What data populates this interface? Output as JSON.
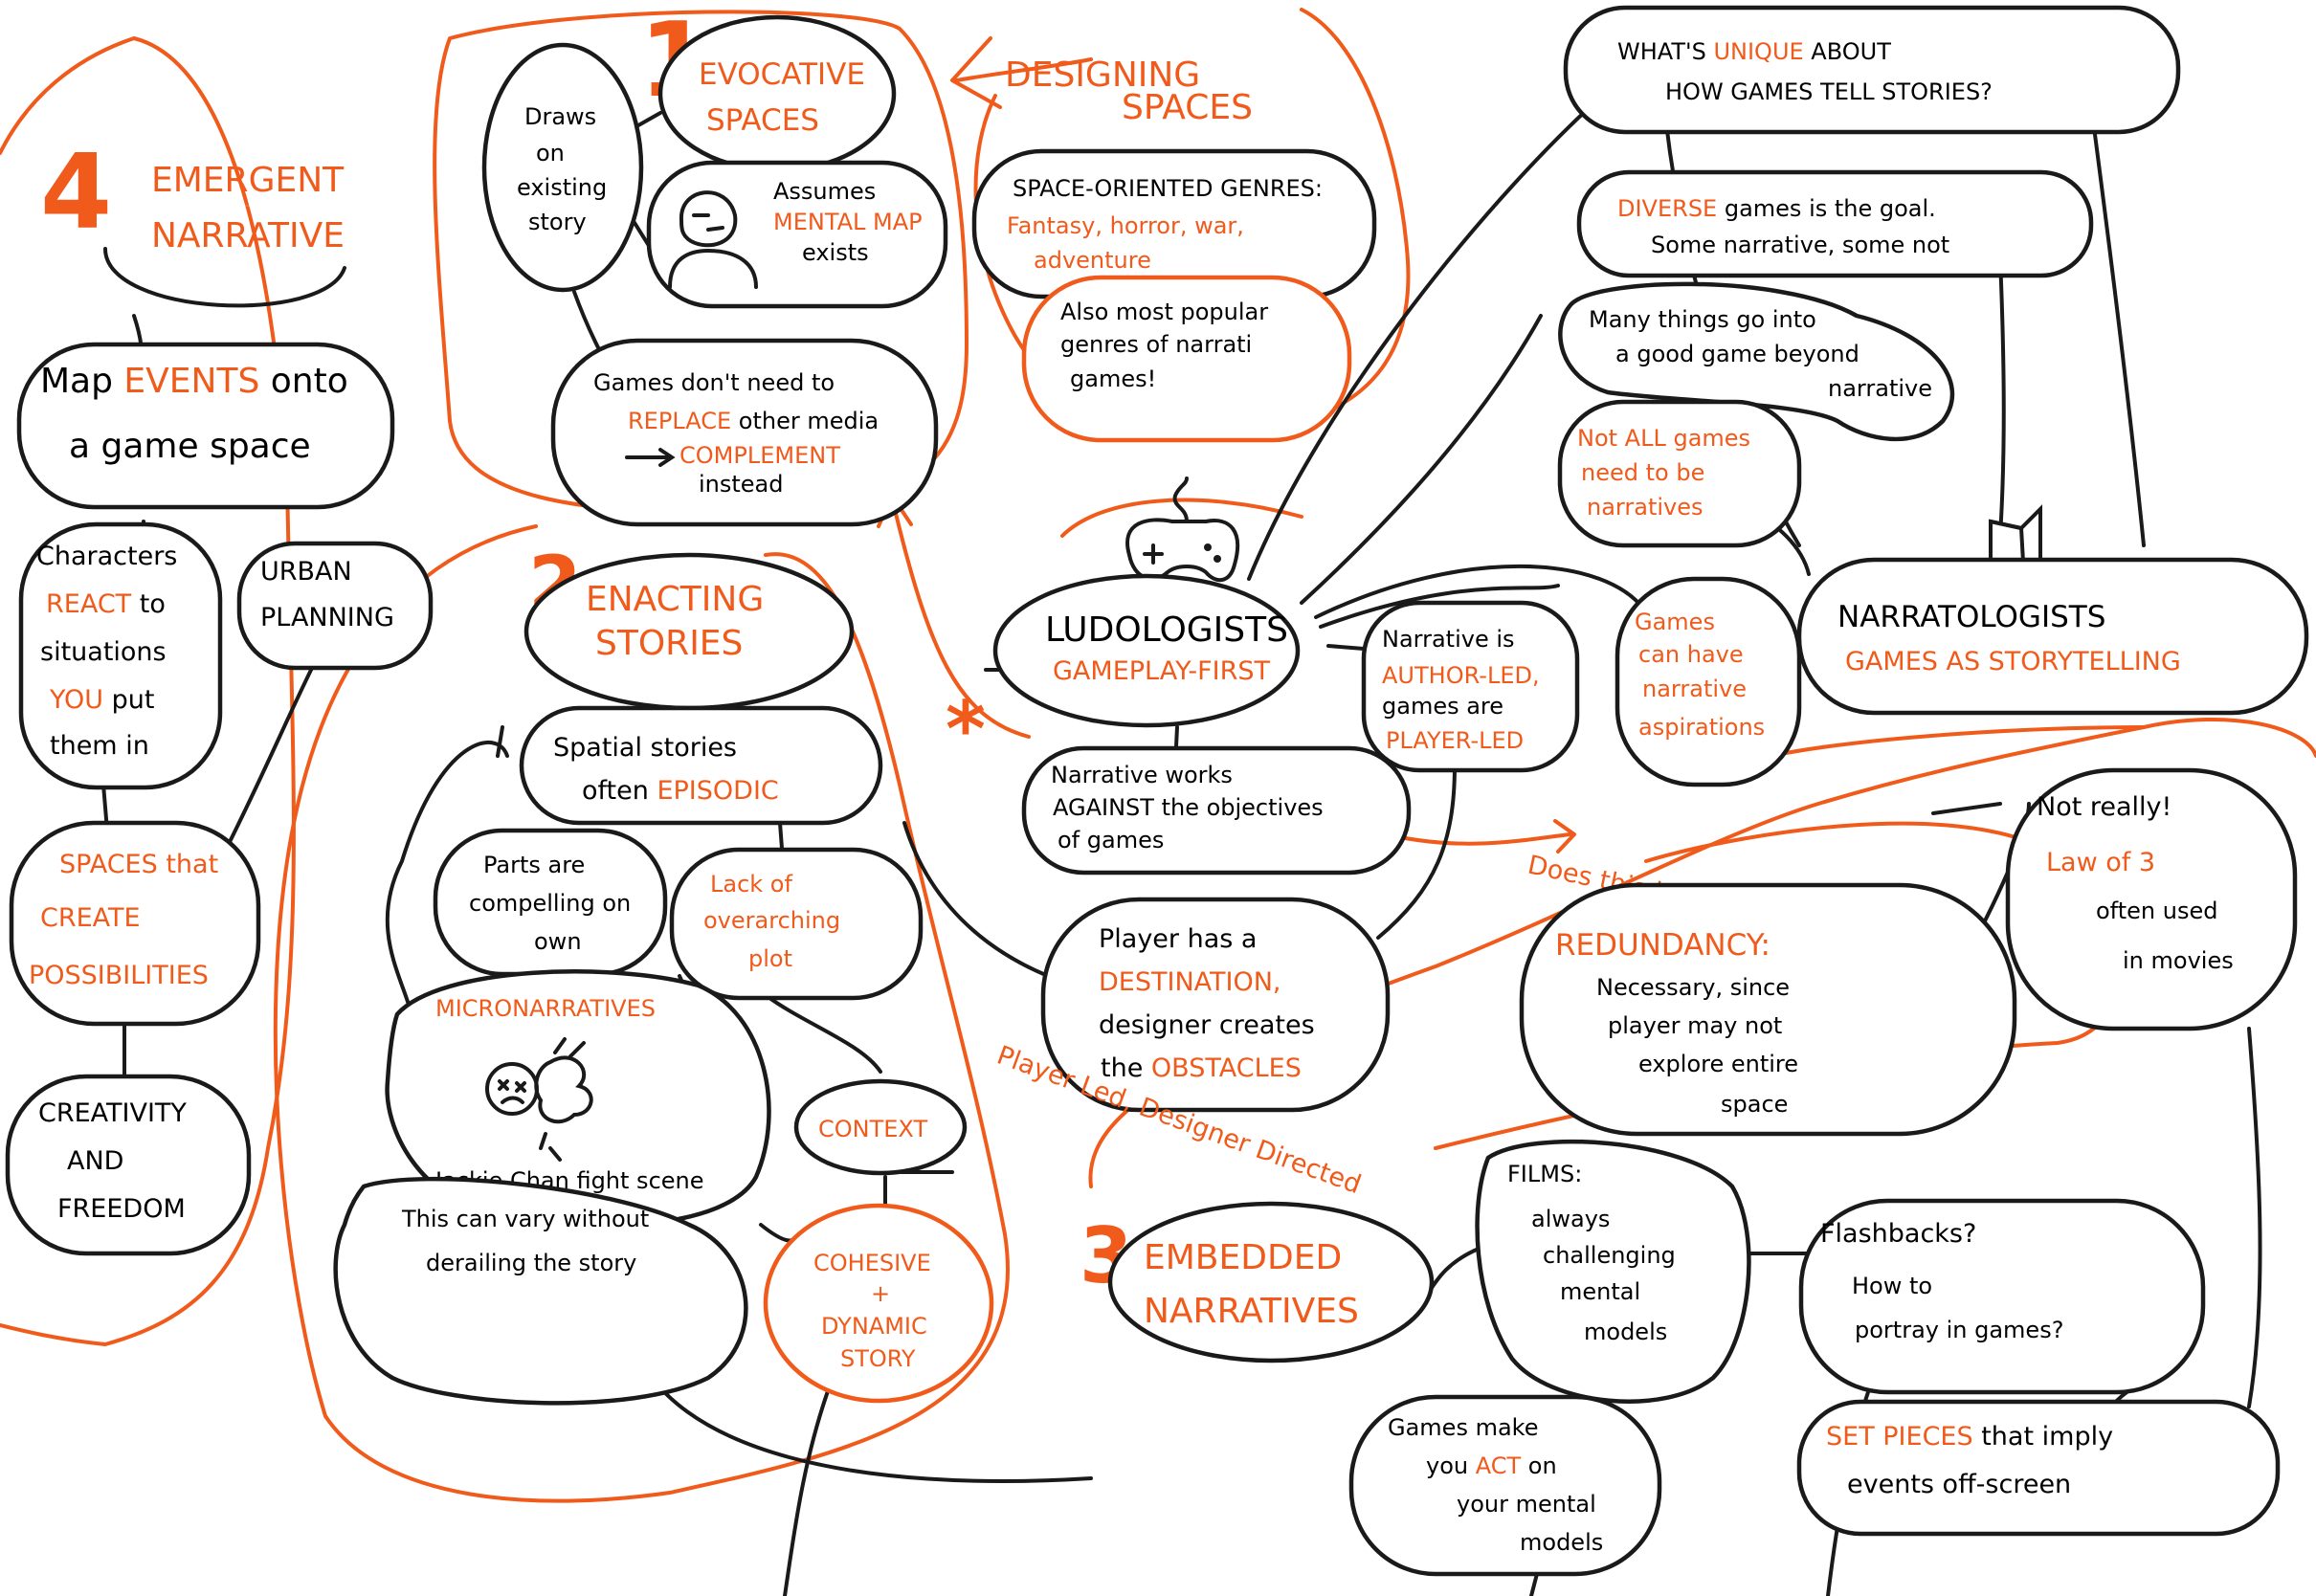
{
  "colors": {
    "ink": "#1a1a1a",
    "accent": "#f05a1a",
    "background": "#ffffff"
  },
  "icons": [
    "gamepad-icon",
    "book-icon",
    "person-sketch-icon",
    "fight-sketch-icon"
  ],
  "markers": {
    "one": "1",
    "two": "2",
    "three": "3",
    "four": "4",
    "star": "*"
  },
  "center": {
    "question": {
      "l1a": "WHAT'S ",
      "l1b": "UNIQUE",
      "l1c": " ABOUT",
      "l2": "HOW GAMES TELL STORIES?"
    },
    "ludologists": {
      "title": "LUDOLOGISTS",
      "subtitle": "GAMEPLAY-FIRST"
    },
    "narratologists": {
      "title": "NARRATOLOGISTS",
      "subtitle": "GAMES AS STORYTELLING"
    },
    "diverse": {
      "l1a": "DIVERSE",
      "l1b": " games is the goal.",
      "l2": "Some narrative, some not"
    },
    "many_things": {
      "l1": "Many things go into",
      "l2": "a good game beyond",
      "l3": "narrative"
    },
    "not_all": {
      "l1": "Not ALL games",
      "l2": "need to be",
      "l3": "narratives"
    },
    "author_led": {
      "l1": "Narrative is",
      "l2": "AUTHOR-LED,",
      "l3": "games are",
      "l4": "PLAYER-LED"
    },
    "aspirations": {
      "l1": "Games",
      "l2": "can have",
      "l3": "narrative",
      "l4": "aspirations"
    },
    "works_against": {
      "l1": "Narrative works",
      "l2": "AGAINST the objectives",
      "l3": "of games"
    },
    "destination": {
      "l1": "Player has a",
      "l2": "DESTINATION,",
      "l3": "designer creates",
      "l4a": "the ",
      "l4b": "OBSTACLES"
    },
    "player_led": "Player Led, Designer Directed",
    "hurt_question": "Does this hurt the experience?"
  },
  "designing_spaces": {
    "title_l1": "DESIGNING",
    "title_l2": "SPACES",
    "genres": {
      "l1": "SPACE-ORIENTED GENRES:",
      "l2": "Fantasy, horror, war,",
      "l3": "adventure"
    },
    "popular": {
      "l1": "Also most popular",
      "l2": "genres of narrati",
      "l3": "games!"
    }
  },
  "section1": {
    "title_l1": "EVOCATIVE",
    "title_l2": "SPACES",
    "draws": {
      "l1": "Draws",
      "l2": "on",
      "l3": "existing",
      "l4": "story"
    },
    "mental": {
      "l1": "Assumes",
      "l2": "MENTAL MAP",
      "l3": "exists"
    },
    "replace": {
      "l1": "Games don't need to",
      "l2a": "REPLACE",
      "l2b": " other media",
      "l3": "COMPLEMENT",
      "l4": "instead"
    }
  },
  "section2": {
    "title_l1": "ENACTING",
    "title_l2": "STORIES",
    "episodic": {
      "l1": "Spatial stories",
      "l2a": "often ",
      "l2b": "EPISODIC"
    },
    "parts": {
      "l1": "Parts are",
      "l2": "compelling on",
      "l3": "own"
    },
    "lack": {
      "l1": "Lack of",
      "l2": "overarching",
      "l3": "plot"
    },
    "micro": {
      "title": "MICRONARRATIVES",
      "caption": "Jackie Chan fight scene"
    },
    "context": "CONTEXT",
    "vary": {
      "l1": "This can vary without",
      "l2": "derailing the story"
    },
    "cohesive": {
      "l1": "COHESIVE",
      "l2": "+",
      "l3": "DYNAMIC",
      "l4": "STORY"
    }
  },
  "section3": {
    "title_l1": "EMBEDDED",
    "title_l2": "NARRATIVES",
    "films": {
      "l1": "FILMS:",
      "l2": "always",
      "l3": "challenging",
      "l4": "mental",
      "l5": "models"
    },
    "act": {
      "l1": "Games make",
      "l2a": "you ",
      "l2b": "ACT",
      "l2c": " on",
      "l3": "your mental",
      "l4": "models"
    },
    "flashbacks": {
      "l1": "Flashbacks?",
      "l2": "How to",
      "l3": "portray in games?"
    },
    "setpieces": {
      "l1a": "SET PIECES",
      "l1b": " that imply",
      "l2": "events off-screen"
    },
    "redundancy": {
      "title": "REDUNDANCY:",
      "l1": "Necessary, since",
      "l2": "player may not",
      "l3": "explore entire",
      "l4": "space"
    },
    "not_really": {
      "l1": "Not really!",
      "l2": "Law of 3",
      "l3": "often used",
      "l4": "in movies"
    }
  },
  "section4": {
    "title_l1": "EMERGENT",
    "title_l2": "NARRATIVE",
    "map_events": {
      "l1a": "Map ",
      "l1b": "EVENTS",
      "l1c": " onto",
      "l2": "a game space"
    },
    "characters": {
      "l1": "Characters",
      "l2a": "REACT",
      "l2b": " to",
      "l3": "situations",
      "l4a": "YOU",
      "l4b": " put",
      "l5": "them in"
    },
    "urban": {
      "l1": "URBAN",
      "l2": "PLANNING"
    },
    "spaces_create": {
      "l1": "SPACES that",
      "l2": "CREATE",
      "l3": "POSSIBILITIES"
    },
    "creativity": {
      "l1": "CREATIVITY",
      "l2": "AND",
      "l3": "FREEDOM"
    }
  }
}
